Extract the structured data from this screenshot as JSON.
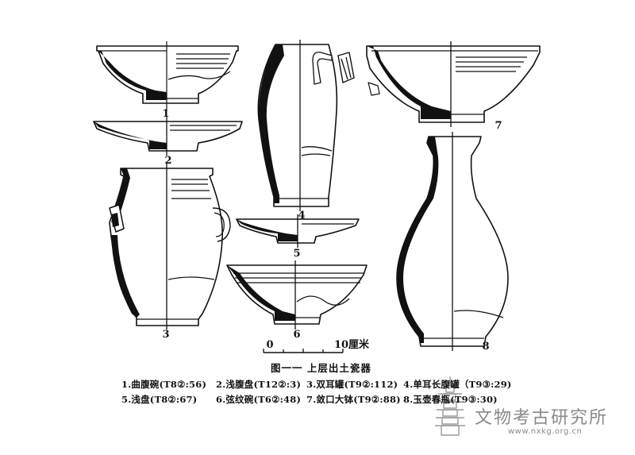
{
  "figure": {
    "numbers": [
      "1",
      "2",
      "3",
      "4",
      "5",
      "6",
      "7",
      "8"
    ],
    "scale": {
      "start": "0",
      "end": "10厘米"
    },
    "title": "图一一  上层出土瓷器",
    "captions_row1": [
      "1.曲腹碗(T8②:56)",
      "2.浅腹盘(T12②:3)",
      "3.双耳罐(T9②:112)",
      "4.单耳长腹罐（T9③:29)"
    ],
    "captions_row2": [
      "5.浅盘(T8②:67)",
      "6.弦纹碗(T6②:48)",
      "7.敛口大钵(T9②:88)",
      "8.玉壶春瓶(T9③:30)"
    ]
  },
  "watermark": {
    "name": "文物考古研究所",
    "url": "www.nxkg.org.cn",
    "logo_icon": "pagoda-icon"
  }
}
